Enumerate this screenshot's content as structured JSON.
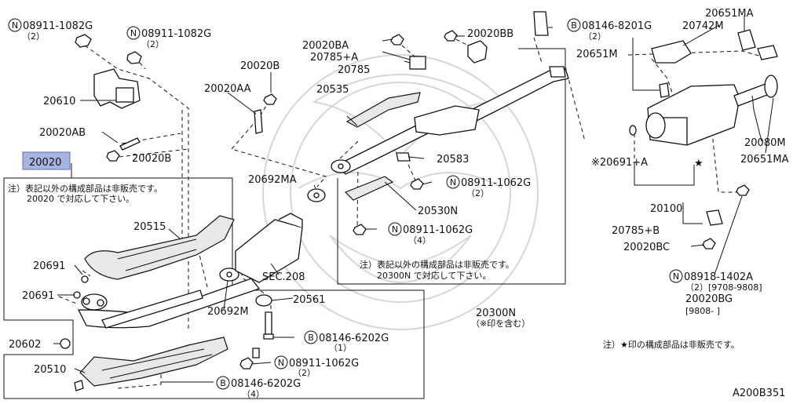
{
  "diagram_id": "A200B351",
  "highlight_part": "20020",
  "highlight_color": "#a8b4e0",
  "labels": {
    "p_08911_1082g_a": "08911-1082G",
    "q_2_a": "（2）",
    "p_08911_1082g_b": "08911-1082G",
    "q_2_b": "（2）",
    "p_20610": "20610",
    "p_20020ab": "20020AB",
    "p_20020b_a": "20020B",
    "p_20020": "20020",
    "p_20020b_b": "20020B",
    "p_20020aa": "20020AA",
    "p_20020ba": "20020BA",
    "p_20785a": "20785+A",
    "p_20785": "20785",
    "p_20020bb": "20020BB",
    "p_08146_8201g": "08146-8201G",
    "q_2_c": "（2）",
    "p_20651m_a": "20651M",
    "p_20651ma_a": "20651MA",
    "p_20742m": "20742M",
    "p_20535": "20535",
    "p_20583": "20583",
    "p_20692ma": "20692MA",
    "p_08911_1062g_a": "08911-1062G",
    "q_2_d": "（2）",
    "p_20530n": "20530N",
    "p_08911_1062g_b": "08911-1062G",
    "q_4_a": "（4）",
    "p_20515": "20515",
    "p_20691_a": "20691",
    "p_20691_b": "20691",
    "p_sec208": "SEC.208",
    "p_20561": "20561",
    "p_20692m": "20692M",
    "p_20602": "20602",
    "p_20510": "20510",
    "p_08146_6202g_a": "08146-6202G",
    "q_1": "（1）",
    "p_08911_1062g_c": "08911-1062G",
    "q_2_e": "（2）",
    "p_08146_6202g_b": "08146-6202G",
    "q_4_b": "（4）",
    "p_20300n": "20300N",
    "q_incl": "（※印を含む）",
    "p_20691a": "※20691+A",
    "p_20080m": "20080M",
    "p_20651ma_b": "20651MA",
    "p_20100": "20100",
    "p_20785b": "20785+B",
    "p_20020bc": "20020BC",
    "p_08918_1402a": "08918-1402A",
    "q_date1": "（2）[9708-9808]",
    "p_20020bg": "20020BG",
    "q_date2": "[9808-      ]",
    "circ_n": "N",
    "circ_b": "B",
    "star": "★"
  },
  "notes": {
    "note1_line1": "注）表記以外の構成部品は非販売です。",
    "note1_line2": "20020 で対応して下さい。",
    "note2_line1": "注）表記以外の構成部品は非販売です。",
    "note2_line2": "20300N で対応して下さい。",
    "note3": "注）★印の構成部品は非販売です。"
  }
}
